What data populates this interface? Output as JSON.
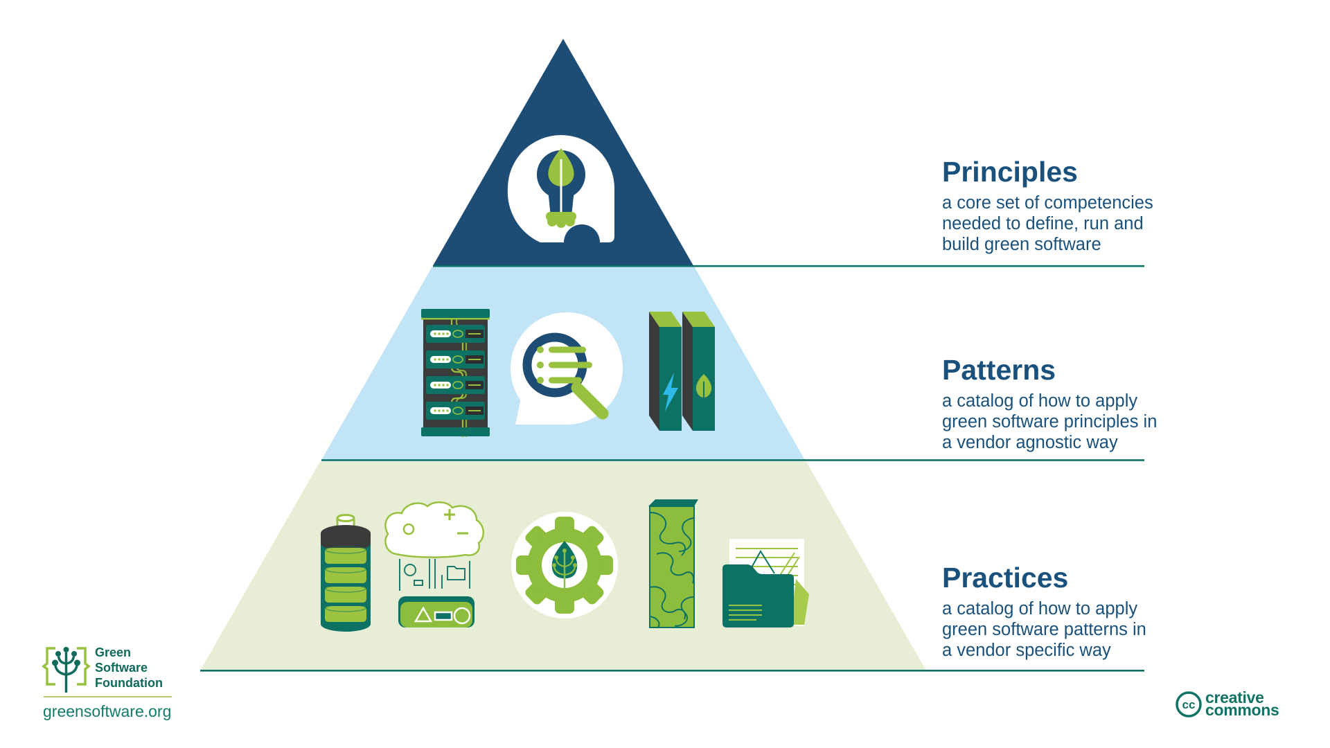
{
  "levels": [
    {
      "title": "Principles",
      "lines": [
        "a core set of competencies",
        "needed to define, run and",
        "build green software"
      ],
      "band_color": "#1d4c75",
      "icons": [
        "lightbulb-leaf-icon"
      ]
    },
    {
      "title": "Patterns",
      "lines": [
        "a catalog of how to apply",
        "green software principles in",
        "a vendor agnostic way"
      ],
      "band_color": "#c2e4f7",
      "icons": [
        "server-rack-icon",
        "search-checklist-icon",
        "books-energy-leaf-icon"
      ]
    },
    {
      "title": "Practices",
      "lines": [
        "a catalog of how to apply",
        "green software patterns in",
        "a vendor specific way"
      ],
      "band_color": "#e8eed5",
      "icons": [
        "battery-icon",
        "cloud-devices-icon",
        "gear-leaf-icon",
        "terrain-tower-icon",
        "folder-documents-icon"
      ]
    }
  ],
  "footer": {
    "gsf": {
      "name_lines": [
        "Green",
        "Software",
        "Foundation"
      ],
      "url": "greensoftware.org"
    },
    "cc": {
      "badge": "cc",
      "lines": [
        "creative",
        "commons"
      ]
    }
  },
  "colors": {
    "navy": "#1d4c75",
    "light_blue": "#c2e4f7",
    "light_green": "#e8eed5",
    "teal": "#0d7164",
    "green_accent": "#97c13e",
    "green_soft": "#8dbd3c",
    "text_blue": "#19517c",
    "charcoal": "#3b3b3b",
    "cyan_bolt": "#2fb9e6",
    "gsf_teal": "#0e6a5b",
    "cc_teal": "#0e7264"
  }
}
